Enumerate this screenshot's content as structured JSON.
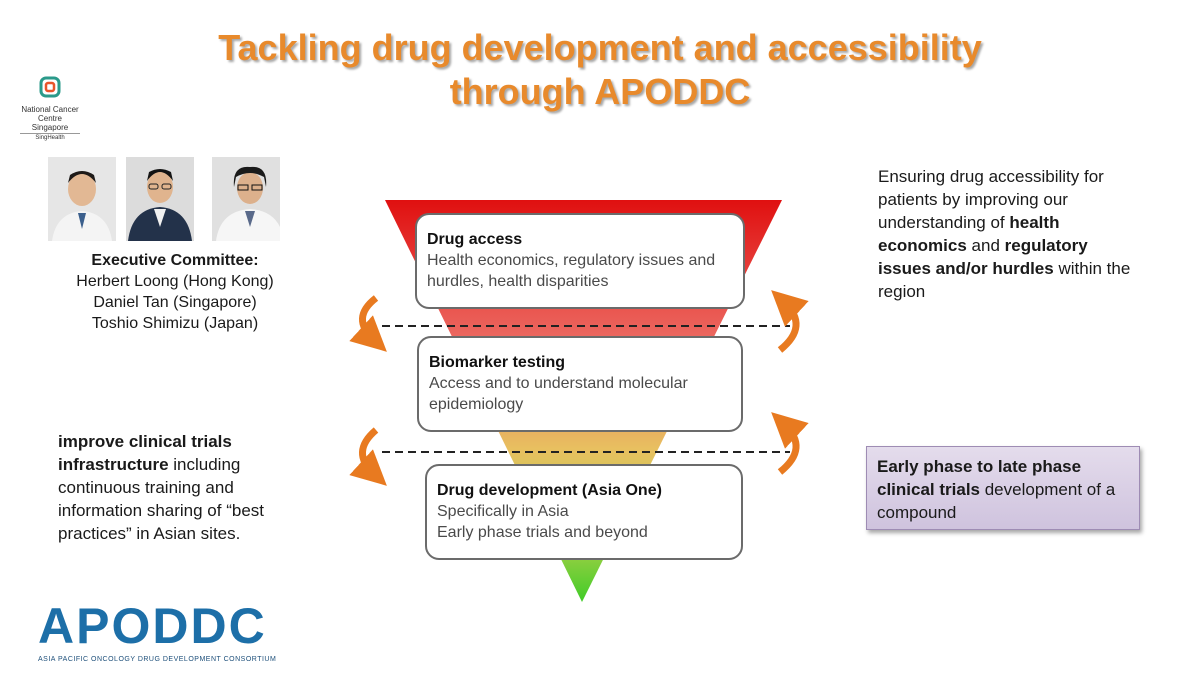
{
  "title": {
    "line1": "Tackling drug development and accessibility",
    "line2": "through APODDC"
  },
  "ncc_logo": {
    "line1": "National Cancer",
    "line2": "Centre Singapore",
    "line3": "SingHealth"
  },
  "committee": {
    "heading": "Executive Committee:",
    "members": [
      "Herbert Loong (Hong Kong)",
      "Daniel Tan (Singapore)",
      "Toshio Shimizu (Japan)"
    ]
  },
  "right_top": {
    "p1": "Ensuring drug accessibility for patients by improving our understanding of ",
    "b1": "health economics",
    "p2": " and ",
    "b2": "regulatory issues and/or hurdles",
    "p3": " within the region"
  },
  "left_mid": {
    "b1": "improve clinical trials infrastructure",
    "p1": " including continuous training and information sharing of “best practices” in Asian sites."
  },
  "purple_box": {
    "b1": "Early phase to late phase clinical trials",
    "p1": " development of a compound"
  },
  "stages": [
    {
      "name": "Drug access",
      "desc": "Health economics, regulatory issues and hurdles, health disparities"
    },
    {
      "name": "Biomarker testing",
      "desc": "Access and to understand molecular epidemiology"
    },
    {
      "name": "Drug development (Asia One)",
      "desc1": "Specifically in Asia",
      "desc2": "Early phase trials and beyond"
    }
  ],
  "brand": {
    "name": "APODDC",
    "subtitle": "ASIA PACIFIC ONCOLOGY DRUG DEVELOPMENT CONSORTIUM"
  },
  "colors": {
    "title": "#e88a2c",
    "funnel_top": "#e01010",
    "funnel_mid": "#e8c060",
    "funnel_bottom": "#50d030",
    "arrow": "#e87a20",
    "brand_blue": "#1d6fa8",
    "purple_box": "#d8cce6"
  }
}
